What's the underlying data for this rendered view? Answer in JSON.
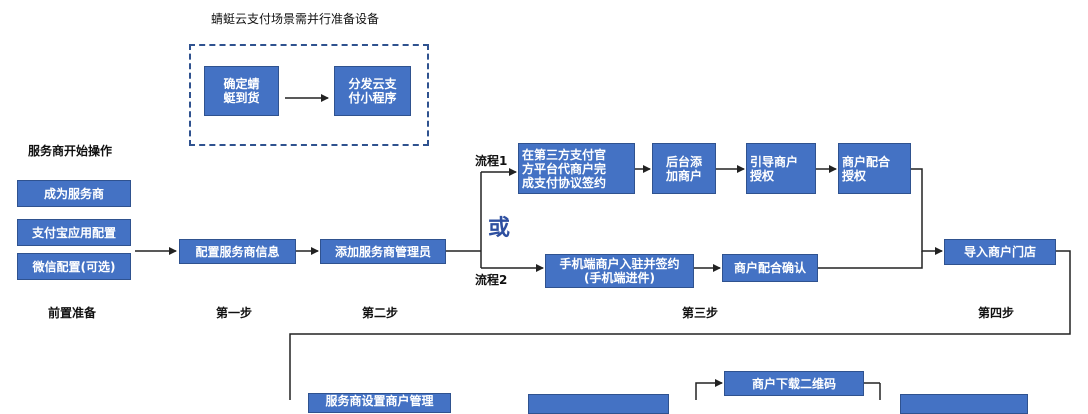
{
  "prep": {
    "title": "蜻蜓云支付场景需并行准备设备",
    "box1": "确定蜻\n蜓到货",
    "box2": "分发云支\n付小程序"
  },
  "left": {
    "heading": "服务商开始操作",
    "items": [
      "成为服务商",
      "支付宝应用配置",
      "微信配置(可选)"
    ],
    "caption": "前置准备"
  },
  "step1": {
    "box": "配置服务商信息",
    "caption": "第一步"
  },
  "step2": {
    "box": "添加服务商管理员",
    "caption": "第二步"
  },
  "flow1": {
    "label": "流程1",
    "boxes": [
      "在第三方支付官\n方平台代商户完\n成支付协议签约",
      "后台添\n加商户",
      "引导商户\n授权",
      "商户配合\n授权"
    ]
  },
  "or_text": "或",
  "flow2": {
    "label": "流程2",
    "boxes": [
      "手机端商户入驻并签约\n(手机端进件)",
      "商户配合确认"
    ]
  },
  "step3": {
    "caption": "第三步"
  },
  "step4": {
    "box": "导入商户门店",
    "caption": "第四步"
  },
  "bottom": {
    "box_left": "服务商设置商户管理",
    "box_mid": "商户下载二维码"
  }
}
